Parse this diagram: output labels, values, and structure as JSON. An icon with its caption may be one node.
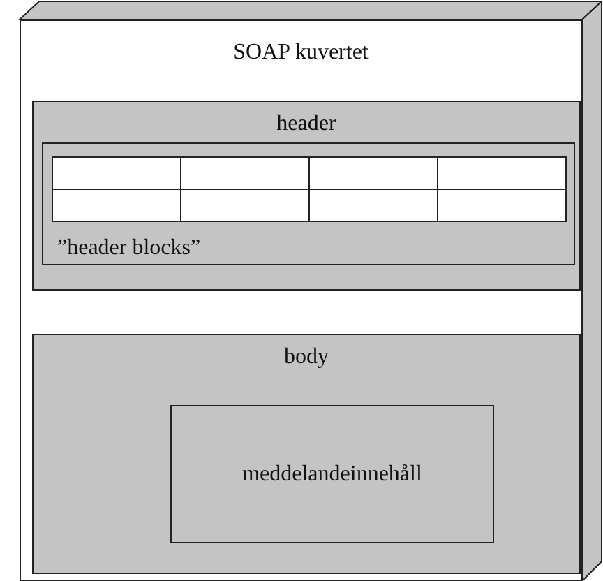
{
  "diagram": {
    "nodes": [
      {
        "text": [
          "SOAP kuvertet"
        ]
      },
      {
        "text": [
          "header"
        ],
        "in": 0
      },
      {
        "text": [
          "”header blocks”"
        ],
        "in": 1
      },
      {
        "text": [],
        "shape": "box",
        "in": 2
      },
      {
        "text": [],
        "shape": "box",
        "in": 2
      },
      {
        "text": [],
        "shape": "box",
        "in": 2
      },
      {
        "text": [],
        "shape": "box",
        "in": 2
      },
      {
        "text": [],
        "shape": "box",
        "in": 2
      },
      {
        "text": [],
        "shape": "box",
        "in": 2
      },
      {
        "text": [],
        "shape": "box",
        "in": 2
      },
      {
        "text": [],
        "shape": "box",
        "in": 2
      },
      {
        "text": [
          "body"
        ],
        "in": 0
      },
      {
        "text": [
          "meddelandeinnehåll"
        ],
        "in": 11
      }
    ]
  }
}
